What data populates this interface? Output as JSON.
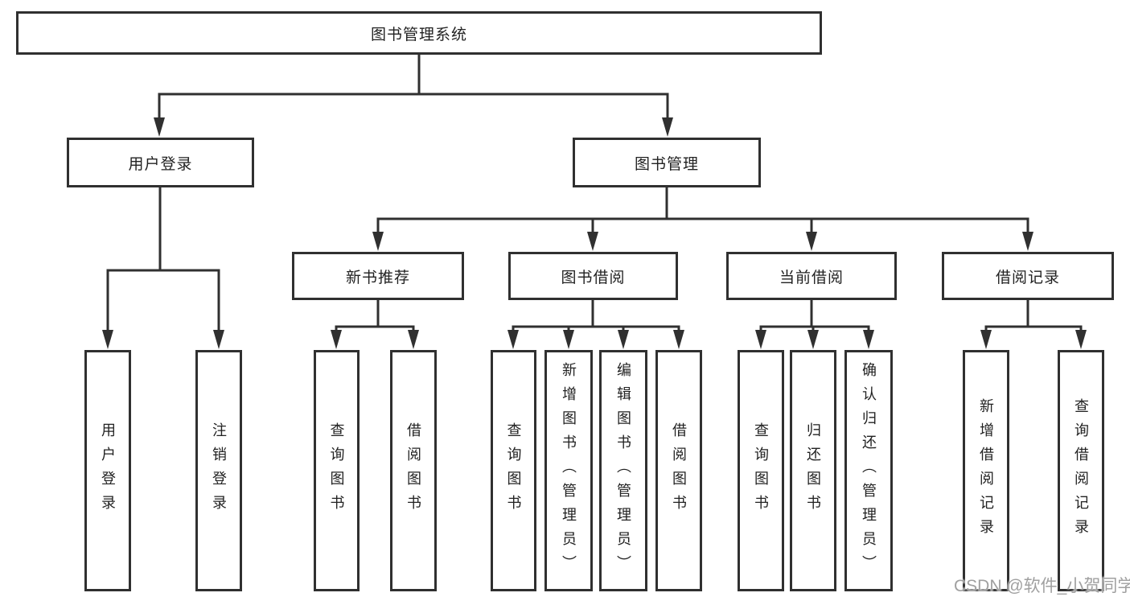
{
  "diagram": {
    "type": "hierarchy",
    "title": "图书管理系统",
    "colors": {
      "line": "#303030",
      "box_border": "#303030",
      "box_background": "#ffffff",
      "text": "#222222",
      "watermark": "#a0a0a0",
      "page_background": "#ffffff"
    },
    "tree": {
      "label": "图书管理系统",
      "children": [
        {
          "label": "用户登录",
          "children": [
            {
              "label": "用户登录"
            },
            {
              "label": "注销登录"
            }
          ]
        },
        {
          "label": "图书管理",
          "children": [
            {
              "label": "新书推荐",
              "children": [
                {
                  "label": "查询图书"
                },
                {
                  "label": "借阅图书"
                }
              ]
            },
            {
              "label": "图书借阅",
              "children": [
                {
                  "label": "查询图书"
                },
                {
                  "label": "新增图书（管理员）"
                },
                {
                  "label": "编辑图书（管理员）"
                },
                {
                  "label": "借阅图书"
                }
              ]
            },
            {
              "label": "当前借阅",
              "children": [
                {
                  "label": "查询图书"
                },
                {
                  "label": "归还图书"
                },
                {
                  "label": "确认归还（管理员）"
                }
              ]
            },
            {
              "label": "借阅记录",
              "children": [
                {
                  "label": "新增借阅记录"
                },
                {
                  "label": "查询借阅记录"
                }
              ]
            }
          ]
        }
      ]
    }
  },
  "watermark": {
    "text": "CSDN @软件_小贺同学"
  }
}
